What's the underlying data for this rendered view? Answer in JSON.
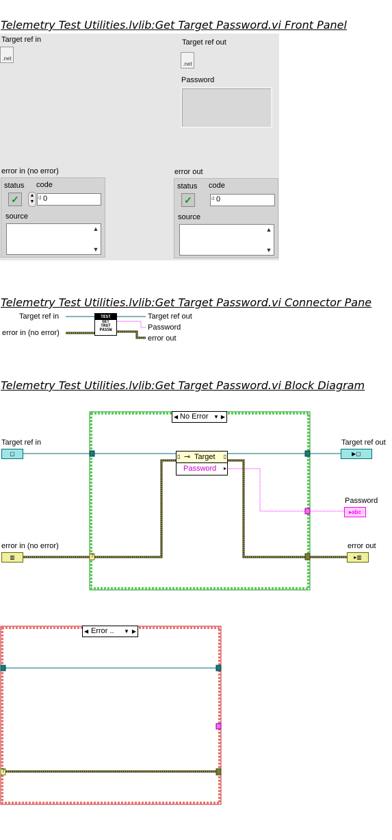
{
  "front_panel": {
    "title": "Telemetry Test Utilities.lvlib:Get Target Password.vi Front Panel",
    "target_ref_in": "Target ref in",
    "target_ref_out": "Target ref out",
    "password_label": "Password",
    "net_icon": ".net",
    "error_in": {
      "label": "error in (no error)",
      "status": "status",
      "code": "code",
      "code_value": "0",
      "source": "source"
    },
    "error_out": {
      "label": "error out",
      "status": "status",
      "code": "code",
      "code_value": "0",
      "source": "source"
    }
  },
  "connector_pane": {
    "title": "Telemetry Test Utilities.lvlib:Get Target Password.vi Connector Pane",
    "inputs": [
      "Target ref in",
      "error in (no error)"
    ],
    "outputs": [
      "Target ref out",
      "Password",
      "error out"
    ],
    "icon_lines": [
      "TEST",
      "GET",
      "TRGT",
      "PASSW"
    ]
  },
  "block_diagram": {
    "title": "Telemetry Test Utilities.lvlib:Get Target Password.vi Block Diagram",
    "case_no_error": "No Error",
    "case_error": "Error ..",
    "property_node": {
      "class_row": "Target",
      "property": "Password"
    },
    "terminals": {
      "target_ref_in": "Target ref in",
      "target_ref_out": "Target ref out",
      "password": "Password",
      "error_in": "error in (no error)",
      "error_out": "error out",
      "abc": "abc"
    }
  },
  "colors": {
    "refnum_wire": "#006f6f",
    "string_wire": "#ff00ff",
    "error_wire": "#d8d800",
    "no_error_border": "#44bb44",
    "error_border": "#e05050"
  }
}
